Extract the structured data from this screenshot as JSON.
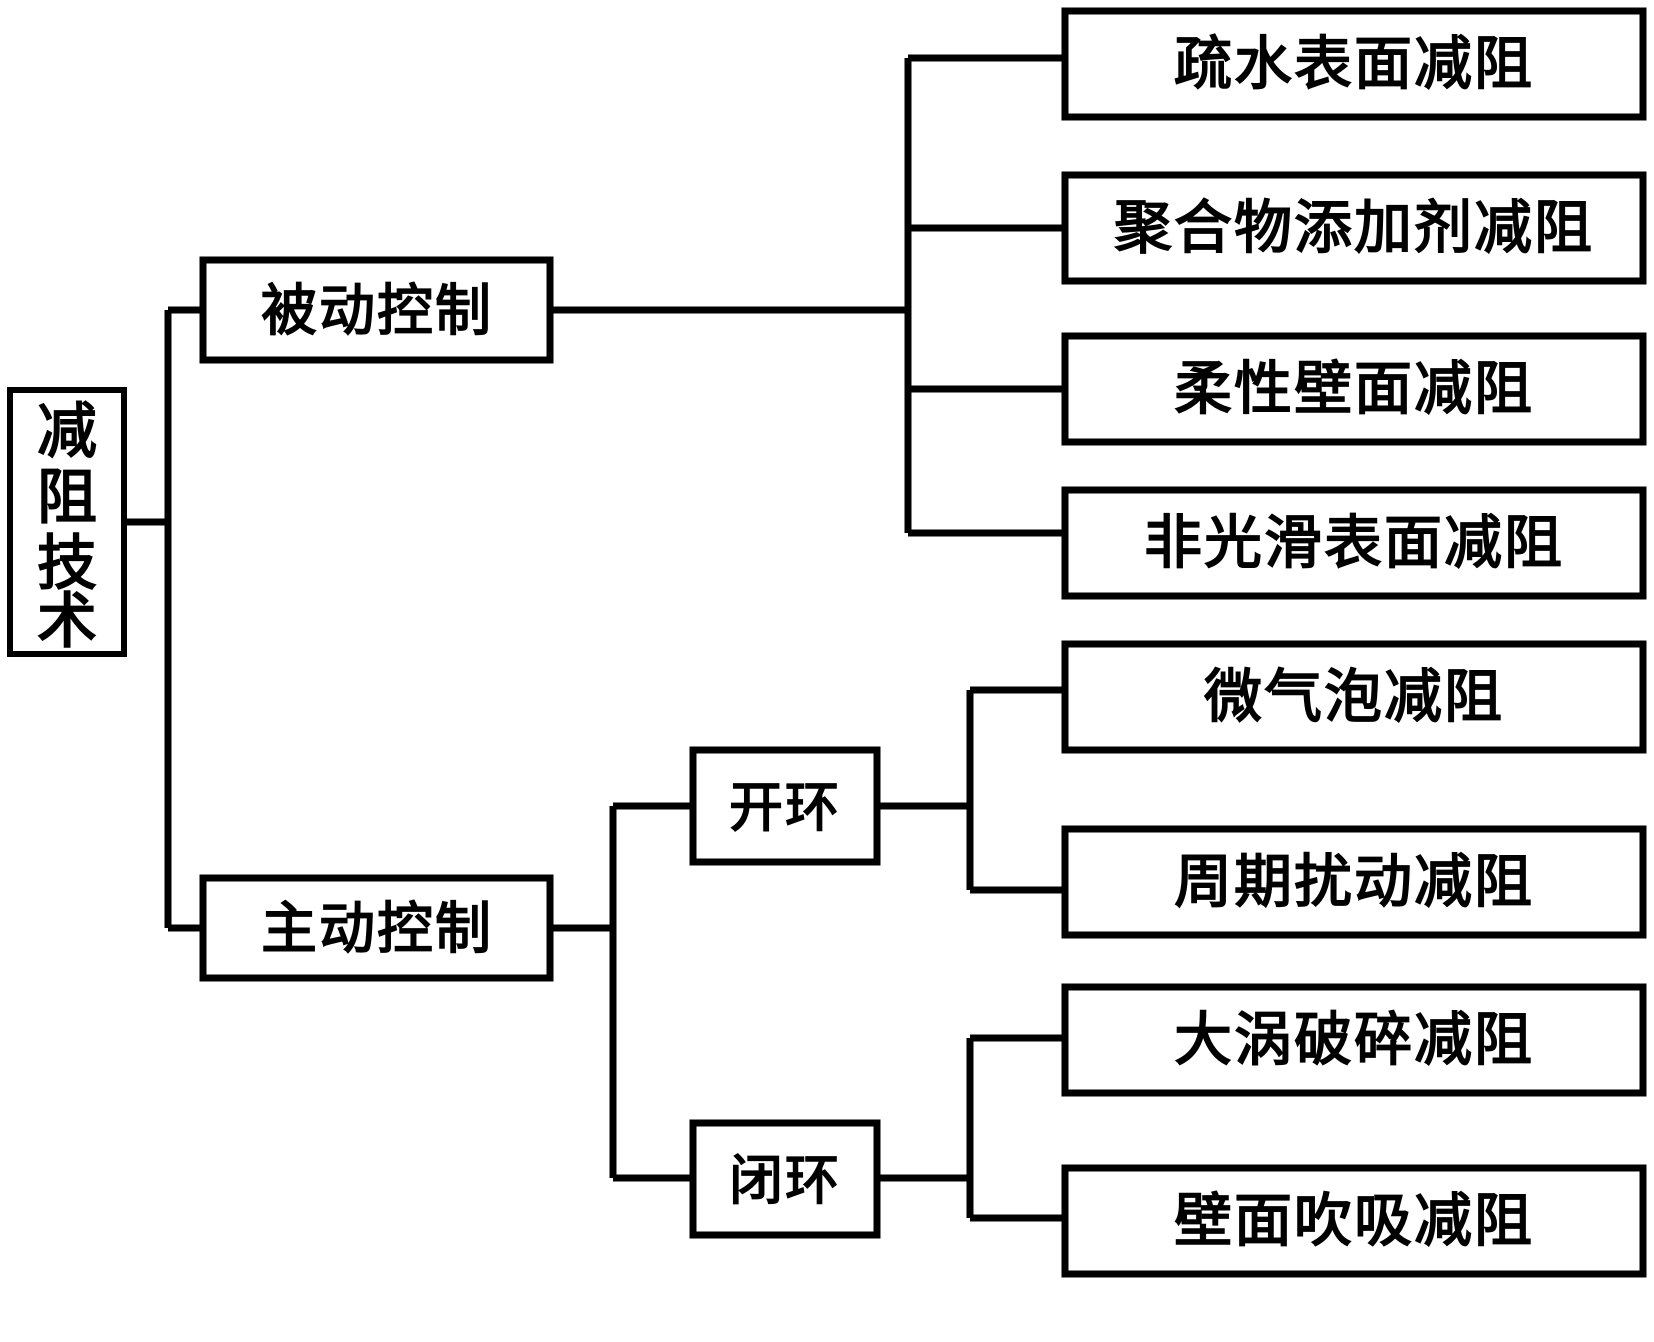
{
  "diagram": {
    "type": "hierarchy-tree",
    "orientation": "left-to-right",
    "title_text": "",
    "colors": {
      "background": "#ffffff",
      "box_stroke": "#000000",
      "box_fill": "#ffffff",
      "connector": "#000000",
      "text": "#000000"
    },
    "root": {
      "id": "root",
      "label": "减阻技术",
      "chars": [
        "减",
        "阻",
        "技",
        "术"
      ],
      "orientation": "vertical"
    },
    "level1": [
      {
        "id": "passive",
        "label": "被动控制"
      },
      {
        "id": "active",
        "label": "主动控制"
      }
    ],
    "level2": [
      {
        "id": "open-loop",
        "label": "开环",
        "parent": "active"
      },
      {
        "id": "closed-loop",
        "label": "闭环",
        "parent": "active"
      }
    ],
    "leaves": {
      "passive": [
        {
          "id": "leaf-1",
          "label": "疏水表面减阻"
        },
        {
          "id": "leaf-2",
          "label": "聚合物添加剂减阻"
        },
        {
          "id": "leaf-3",
          "label": "柔性壁面减阻"
        },
        {
          "id": "leaf-4",
          "label": "非光滑表面减阻"
        }
      ],
      "open-loop": [
        {
          "id": "leaf-5",
          "label": "微气泡减阻"
        },
        {
          "id": "leaf-6",
          "label": "周期扰动减阻"
        }
      ],
      "closed-loop": [
        {
          "id": "leaf-7",
          "label": "大涡破碎减阻"
        },
        {
          "id": "leaf-8",
          "label": "壁面吹吸减阻"
        }
      ]
    }
  }
}
